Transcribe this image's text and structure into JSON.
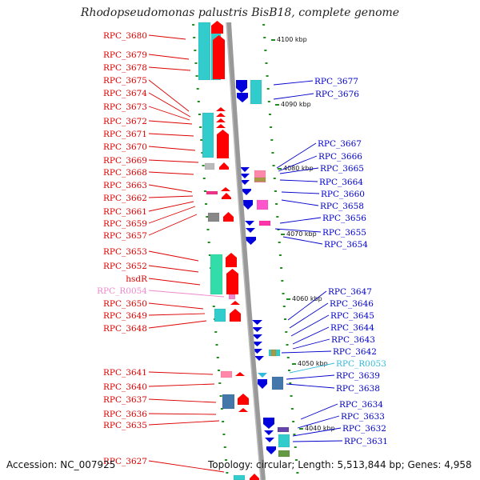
{
  "title": "Rhodopseudomonas palustris BisB18, complete genome",
  "accession": "Accession: NC_007925",
  "topology": "Topology: circular; Length: 5,513,844 bp; Genes: 4,958",
  "colors": {
    "forward": "#ff0000",
    "reverse": "#0000dd",
    "rna": "#ee88cc",
    "rna_rev": "#33bbdd",
    "backbone": "#999999",
    "tick": "#228b22",
    "cds_teal": "#33cccc",
    "cds_green": "#33ddaa",
    "cds_pink": "#ff88aa",
    "cds_gray": "#888888",
    "cds_blue": "#4477aa"
  },
  "scale_marks": [
    "4100 kbp",
    "4090 kbp",
    "4080 kbp",
    "4070 kbp",
    "4060 kbp",
    "4050 kbp",
    "4040 kbp"
  ],
  "left_labels": [
    {
      "text": "RPC_3680",
      "color": "#dd0000"
    },
    {
      "text": "RPC_3679",
      "color": "#dd0000"
    },
    {
      "text": "RPC_3678",
      "color": "#dd0000"
    },
    {
      "text": "RPC_3675",
      "color": "#dd0000"
    },
    {
      "text": "RPC_3674",
      "color": "#dd0000"
    },
    {
      "text": "RPC_3673",
      "color": "#dd0000"
    },
    {
      "text": "RPC_3672",
      "color": "#dd0000"
    },
    {
      "text": "RPC_3671",
      "color": "#dd0000"
    },
    {
      "text": "RPC_3670",
      "color": "#dd0000"
    },
    {
      "text": "RPC_3669",
      "color": "#dd0000"
    },
    {
      "text": "RPC_3668",
      "color": "#dd0000"
    },
    {
      "text": "RPC_3663",
      "color": "#dd0000"
    },
    {
      "text": "RPC_3662",
      "color": "#dd0000"
    },
    {
      "text": "RPC_3661",
      "color": "#dd0000"
    },
    {
      "text": "RPC_3659",
      "color": "#dd0000"
    },
    {
      "text": "RPC_3657",
      "color": "#dd0000"
    },
    {
      "text": "RPC_3653",
      "color": "#dd0000"
    },
    {
      "text": "RPC_3652",
      "color": "#dd0000"
    },
    {
      "text": "hsdR",
      "color": "#dd0000"
    },
    {
      "text": "RPC_R0054",
      "color": "#ee88cc"
    },
    {
      "text": "RPC_3650",
      "color": "#dd0000"
    },
    {
      "text": "RPC_3649",
      "color": "#dd0000"
    },
    {
      "text": "RPC_3648",
      "color": "#dd0000"
    },
    {
      "text": "RPC_3641",
      "color": "#dd0000"
    },
    {
      "text": "RPC_3640",
      "color": "#dd0000"
    },
    {
      "text": "RPC_3637",
      "color": "#dd0000"
    },
    {
      "text": "RPC_3636",
      "color": "#dd0000"
    },
    {
      "text": "RPC_3635",
      "color": "#dd0000"
    },
    {
      "text": "RPC_3627",
      "color": "#dd0000"
    }
  ],
  "right_labels": [
    {
      "text": "RPC_3677",
      "color": "#0000cc"
    },
    {
      "text": "RPC_3676",
      "color": "#0000cc"
    },
    {
      "text": "RPC_3667",
      "color": "#0000cc"
    },
    {
      "text": "RPC_3666",
      "color": "#0000cc"
    },
    {
      "text": "RPC_3665",
      "color": "#0000cc"
    },
    {
      "text": "RPC_3664",
      "color": "#0000cc"
    },
    {
      "text": "RPC_3660",
      "color": "#0000cc"
    },
    {
      "text": "RPC_3658",
      "color": "#0000cc"
    },
    {
      "text": "RPC_3656",
      "color": "#0000cc"
    },
    {
      "text": "RPC_3655",
      "color": "#0000cc"
    },
    {
      "text": "RPC_3654",
      "color": "#0000cc"
    },
    {
      "text": "RPC_3647",
      "color": "#0000cc"
    },
    {
      "text": "RPC_3646",
      "color": "#0000cc"
    },
    {
      "text": "RPC_3645",
      "color": "#0000cc"
    },
    {
      "text": "RPC_3644",
      "color": "#0000cc"
    },
    {
      "text": "RPC_3643",
      "color": "#0000cc"
    },
    {
      "text": "RPC_3642",
      "color": "#0000cc"
    },
    {
      "text": "RPC_R0053",
      "color": "#33bbdd"
    },
    {
      "text": "RPC_3639",
      "color": "#0000cc"
    },
    {
      "text": "RPC_3638",
      "color": "#0000cc"
    },
    {
      "text": "RPC_3634",
      "color": "#0000cc"
    },
    {
      "text": "RPC_3633",
      "color": "#0000cc"
    },
    {
      "text": "RPC_3632",
      "color": "#0000cc"
    },
    {
      "text": "RPC_3631",
      "color": "#0000cc"
    }
  ]
}
